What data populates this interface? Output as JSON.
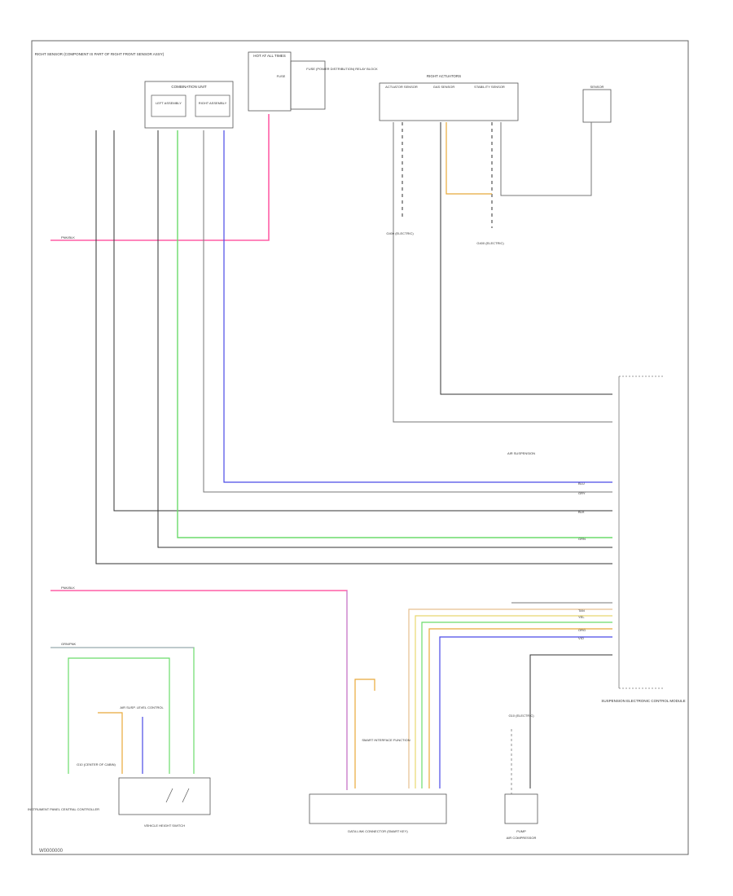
{
  "diagram": {
    "footer_code": "W0000000",
    "colors": {
      "black": "#333333",
      "gray": "#777777",
      "pink": "#ff5fa6",
      "violet": "#b58bd8",
      "green": "#6bdc6b",
      "blue": "#4a4ae6",
      "orange": "#e8a93a",
      "tan": "#e6c090",
      "yellow": "#e8d870",
      "red": "#cc3333"
    },
    "components": {
      "front_sensor_note": "RIGHT SENSOR (COMPONENT IS PART OF RIGHT FRONT SENSOR ASSY)",
      "combination_unit": "COMBINATION UNIT",
      "combination_sub_left": "LEFT ASSEMBLY",
      "combination_sub_right": "RIGHT ASSEMBLY",
      "hot_at_all_times": "HOT AT ALL TIMES",
      "fuse_label": "FUSE",
      "fuse_box_label": "FUSE (POWER DISTRIBUTION) RELAY BLOCK",
      "right_actuator_group": "RIGHT ACTUATORS",
      "actuator_a": "ACTUATOR SENSOR",
      "actuator_b": "GAS SENSOR",
      "actuator_c": "STABILITY SENSOR",
      "sensor_right": "SENSOR",
      "ground_note_1": "G400 (ELECTRIC)",
      "ground_note_2": "G400 (ELECTRIC)",
      "air_susp_panel": "AIR SUSPENSION",
      "ecu_name": "SUSPENSION ELECTRONIC CONTROL MODULE",
      "left_controller": "INSTRUMENT PANEL CENTRAL CONTROLLER",
      "left_ground": "G10 (CENTER OF CABIN)",
      "right_ground": "G10 (ELECTRIC)",
      "switch_module": "AIR SUSP. LEVEL CONTROL",
      "harness_note": "SMART INTERFACE FUNCTION",
      "switch_block_label": "VEHICLE HEIGHT SWITCH",
      "data_link": "DATA LINK CONNECTOR (SMART KEY)",
      "pump_label": "PUMP",
      "pump_sub": "AIR COMPRESSOR"
    },
    "wire_labels": {
      "ign_feed": "PNK/BLK",
      "acc_feed": "PNK/BLK",
      "switch_feed": "GRN/PNK",
      "w1": "BLK",
      "w2": "GRY",
      "w3": "BLU",
      "w4": "GRN",
      "w5": "VIO",
      "w6": "ORG",
      "w7": "TAN",
      "w8": "YEL"
    }
  }
}
